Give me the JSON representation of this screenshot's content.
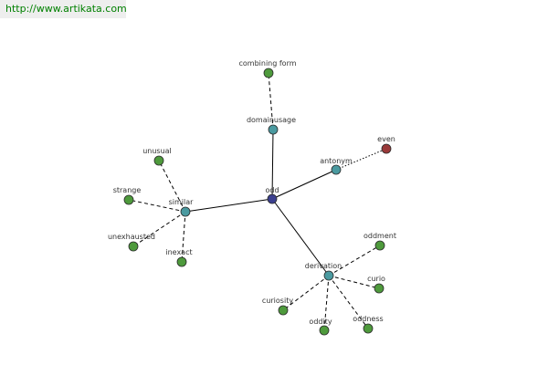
{
  "watermark": {
    "url": "http://www.artikata.com",
    "url_color": "#008000",
    "background": "#eeeeee"
  },
  "colors": {
    "center": "#3b3f8f",
    "relation": "#4a9aa0",
    "word": "#4e9a3c",
    "antonym_word": "#9a3a3a"
  },
  "graph": {
    "nodes": [
      {
        "id": "odd",
        "label": "odd",
        "kind": "center"
      },
      {
        "id": "domainusage",
        "label": "domainusage",
        "kind": "relation"
      },
      {
        "id": "combining_form",
        "label": "combining form",
        "kind": "word"
      },
      {
        "id": "antonym",
        "label": "antonym",
        "kind": "relation"
      },
      {
        "id": "even",
        "label": "even",
        "kind": "antonym_word"
      },
      {
        "id": "similar",
        "label": "similar",
        "kind": "relation"
      },
      {
        "id": "unusual",
        "label": "unusual",
        "kind": "word"
      },
      {
        "id": "strange",
        "label": "strange",
        "kind": "word"
      },
      {
        "id": "unexhausted",
        "label": "unexhausted",
        "kind": "word"
      },
      {
        "id": "inexact",
        "label": "inexact",
        "kind": "word"
      },
      {
        "id": "derivation",
        "label": "derivation",
        "kind": "relation"
      },
      {
        "id": "oddment",
        "label": "oddment",
        "kind": "word"
      },
      {
        "id": "curio",
        "label": "curio",
        "kind": "word"
      },
      {
        "id": "oddness",
        "label": "oddness",
        "kind": "word"
      },
      {
        "id": "oddity",
        "label": "oddity",
        "kind": "word"
      },
      {
        "id": "curiosity",
        "label": "curiosity",
        "kind": "word"
      }
    ],
    "edges": [
      {
        "from": "odd",
        "to": "domainusage",
        "style": "solid"
      },
      {
        "from": "odd",
        "to": "antonym",
        "style": "solid"
      },
      {
        "from": "odd",
        "to": "similar",
        "style": "solid"
      },
      {
        "from": "odd",
        "to": "derivation",
        "style": "solid"
      },
      {
        "from": "domainusage",
        "to": "combining_form",
        "style": "dashed"
      },
      {
        "from": "antonym",
        "to": "even",
        "style": "dotted"
      },
      {
        "from": "similar",
        "to": "unusual",
        "style": "dashed"
      },
      {
        "from": "similar",
        "to": "strange",
        "style": "dashed"
      },
      {
        "from": "similar",
        "to": "unexhausted",
        "style": "dashed"
      },
      {
        "from": "similar",
        "to": "inexact",
        "style": "dashed"
      },
      {
        "from": "derivation",
        "to": "oddment",
        "style": "dashed"
      },
      {
        "from": "derivation",
        "to": "curio",
        "style": "dashed"
      },
      {
        "from": "derivation",
        "to": "oddness",
        "style": "dashed"
      },
      {
        "from": "derivation",
        "to": "oddity",
        "style": "dashed"
      },
      {
        "from": "derivation",
        "to": "curiosity",
        "style": "dashed"
      }
    ]
  }
}
